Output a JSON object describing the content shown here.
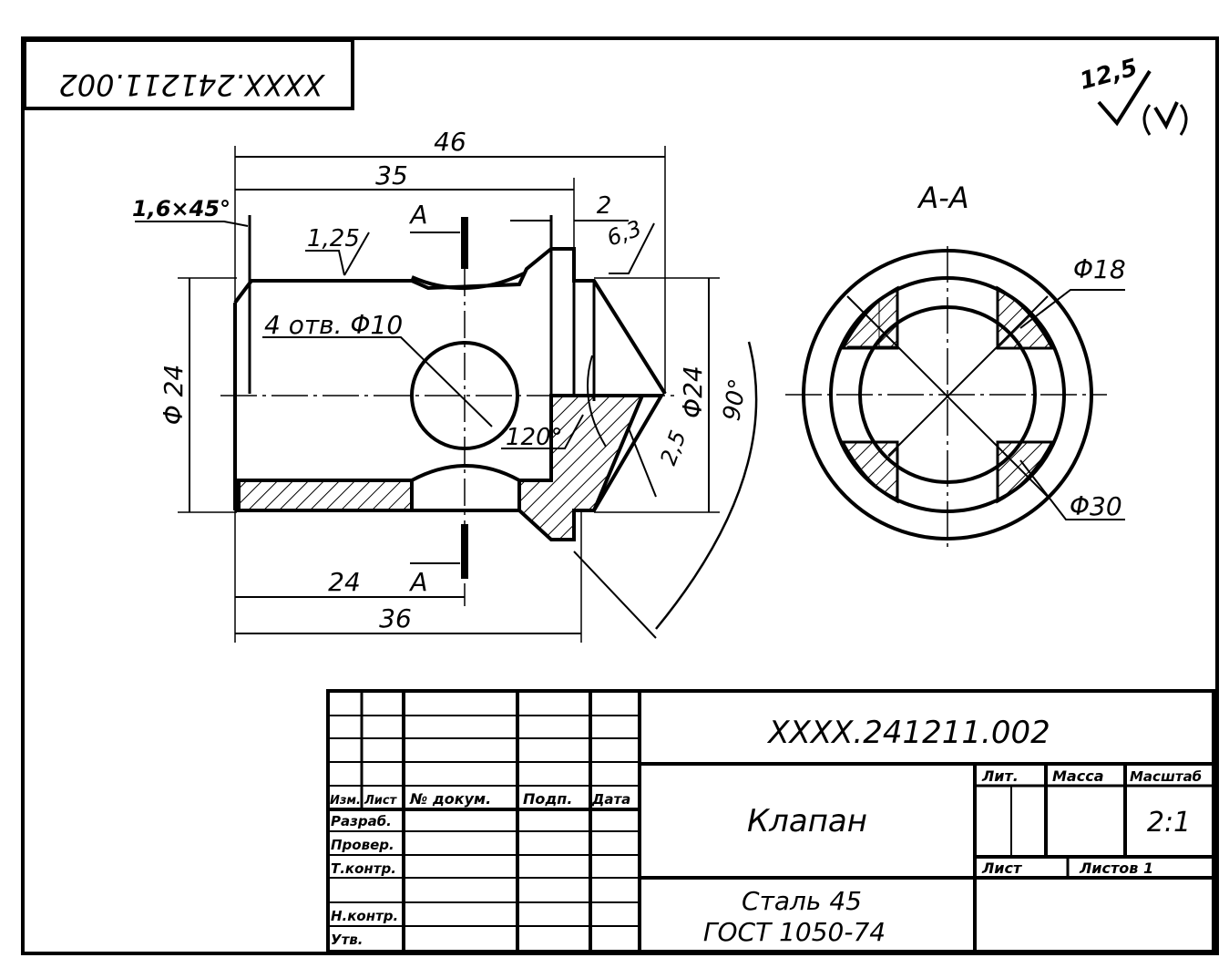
{
  "drawing": {
    "designation_top": "XXXX.241211.002",
    "roughness_general": "12,5",
    "section_label": "А-А",
    "dims": {
      "d46": "46",
      "d35": "35",
      "chamfer": "1,6×45°",
      "rough_1_25": "1,25",
      "cut_a_top": "А",
      "d2": "2",
      "rough_6_3": "6,3",
      "holes": "4 отв. Φ10",
      "phi24_left": "Φ 24",
      "phi24_right": "Φ24",
      "angle_90": "90°",
      "angle_120": "120°",
      "rough_2_5": "2,5",
      "d24": "24",
      "cut_a_bottom": "А",
      "d36": "36",
      "phi18": "Φ18",
      "phi30": "Φ30"
    }
  },
  "title_block": {
    "designation": "XXXX.241211.002",
    "part_name": "Клапан",
    "material_line1": "Сталь 45",
    "material_line2": "ГОСТ 1050-74",
    "headers": {
      "izm": "Изм.",
      "list": "Лист",
      "doc_no": "№ докум.",
      "sign": "Подп.",
      "date": "Дата",
      "lit": "Лит.",
      "mass": "Масса",
      "scale": "Масштаб",
      "sheet": "Лист",
      "sheets": "Листов 1"
    },
    "scale_value": "2:1",
    "roles": {
      "developed": "Разраб.",
      "checked": "Провер.",
      "tech_control": "Т.контр.",
      "norm_control": "Н.контр.",
      "approved": "Утв."
    }
  }
}
